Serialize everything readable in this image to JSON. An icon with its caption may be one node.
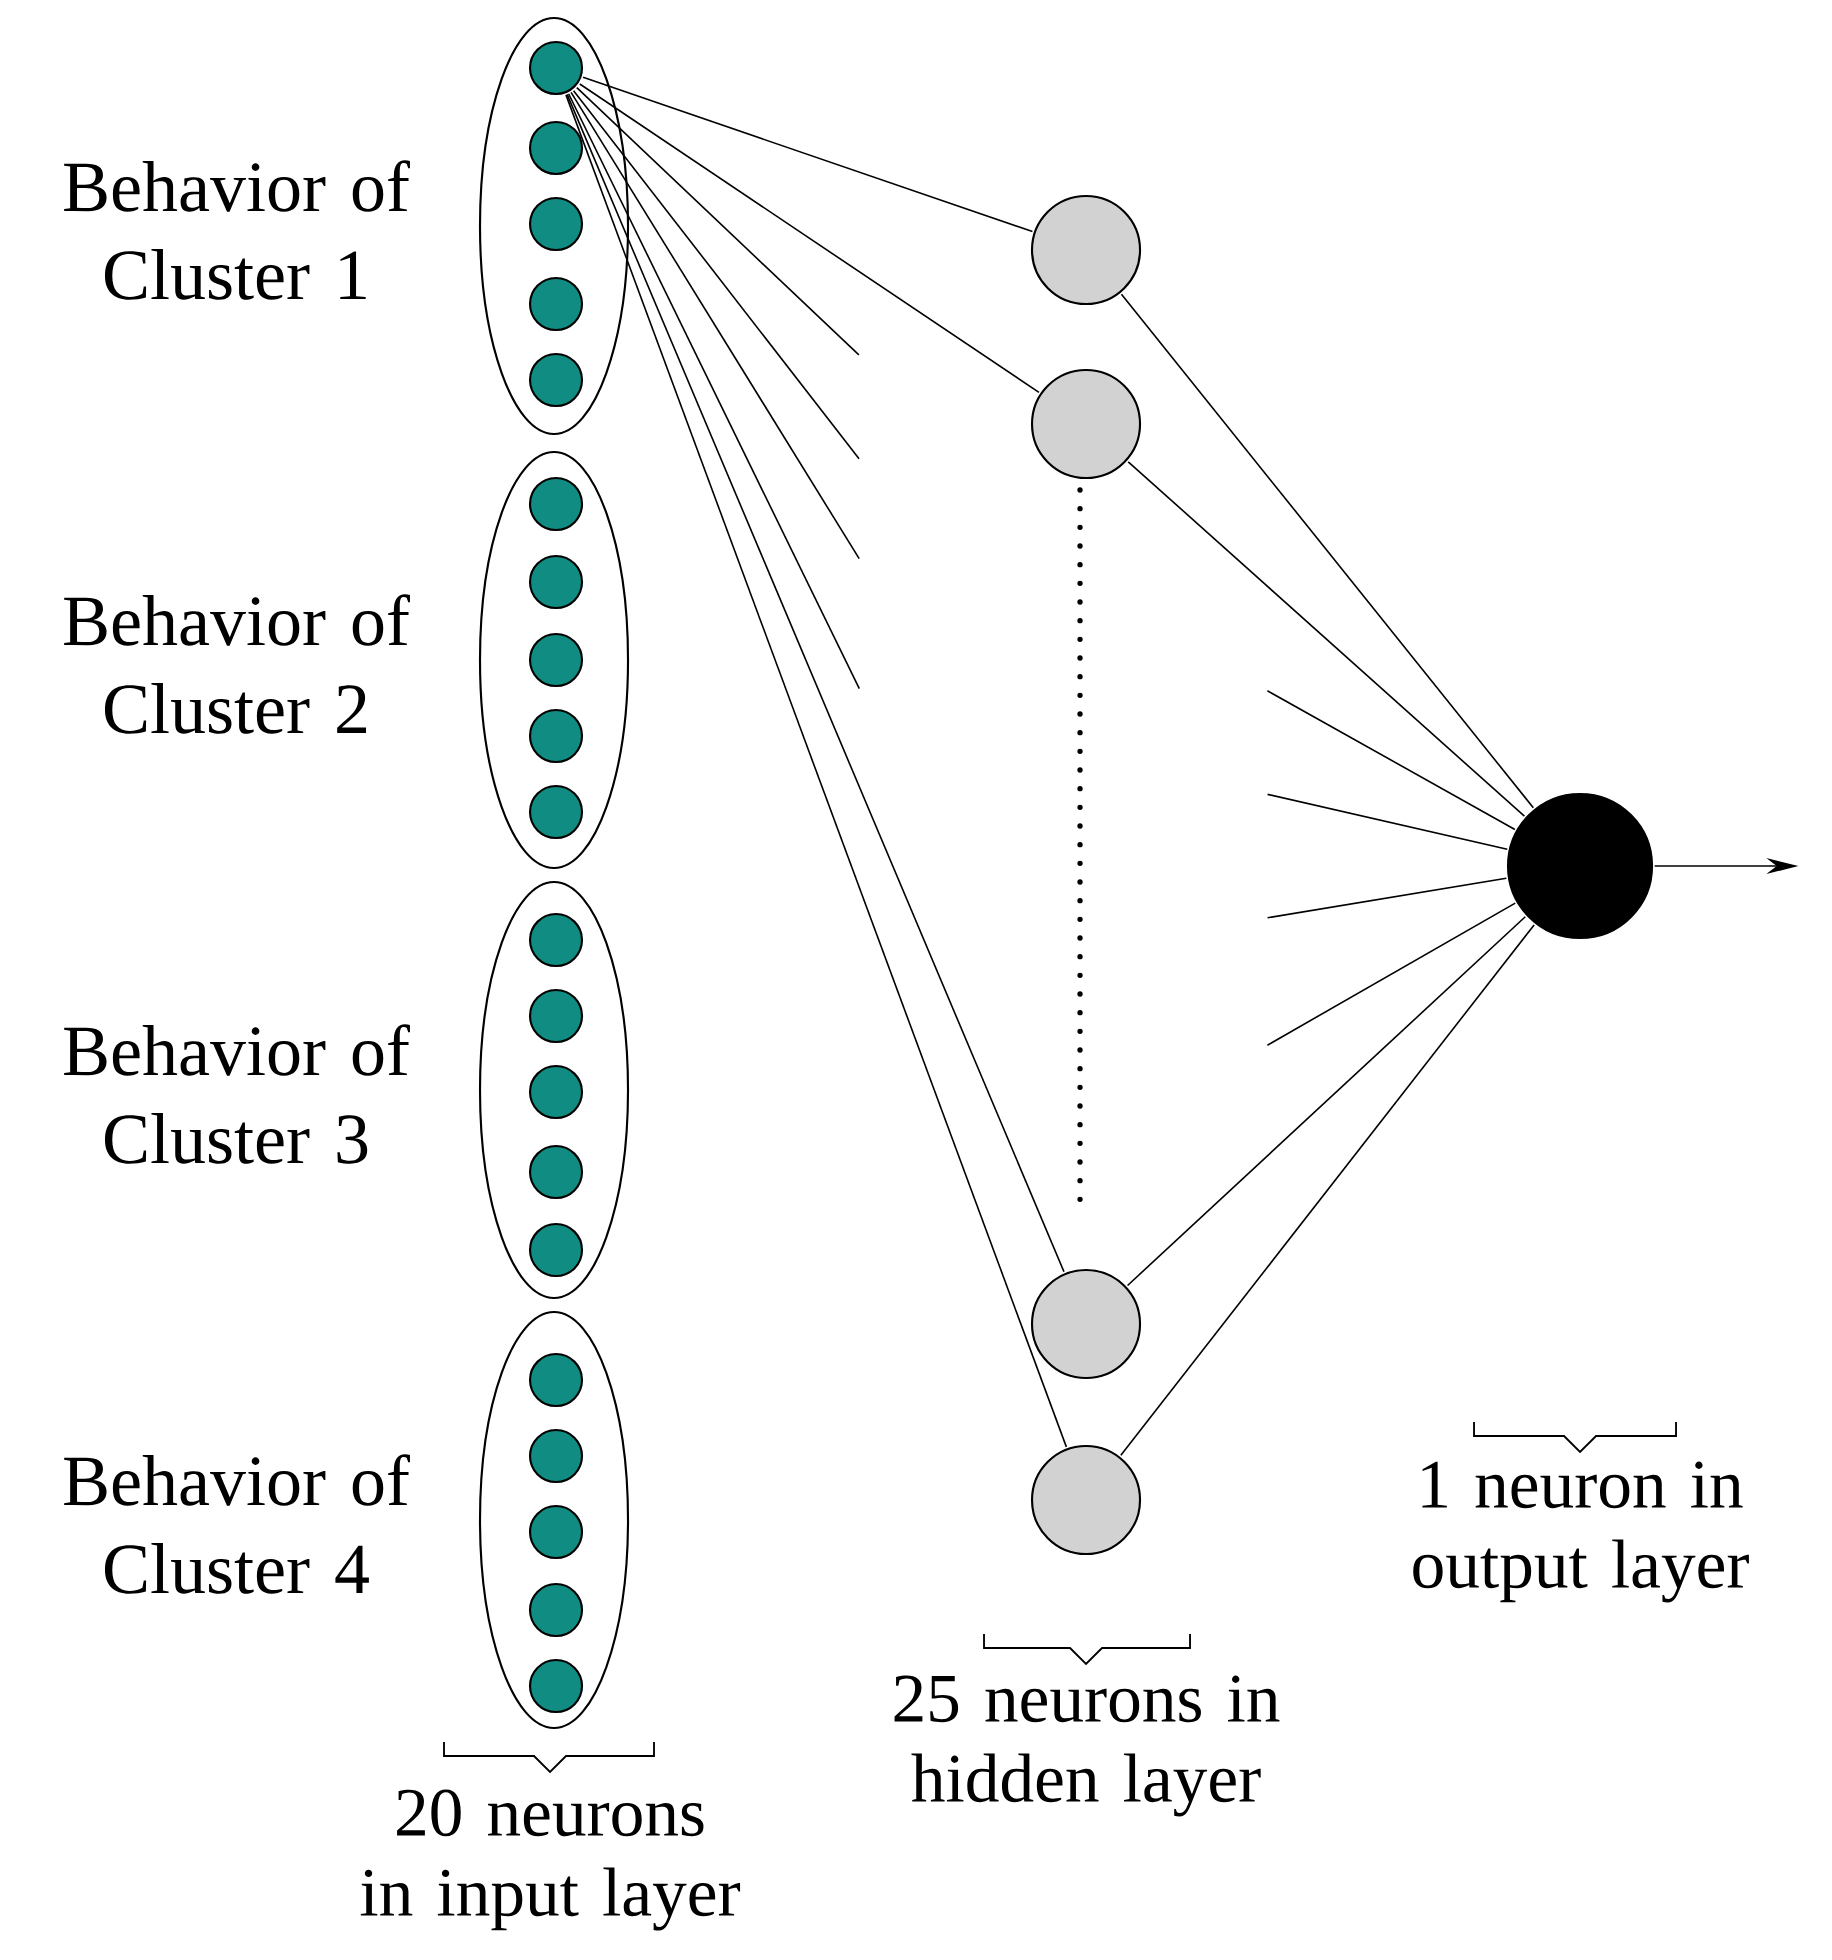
{
  "diagram": {
    "nodes": [
      {
        "text": [
          "Behavior of Cluster 1"
        ]
      },
      {
        "text": [
          "Behavior of Cluster 2"
        ]
      },
      {
        "text": [
          "Behavior of Cluster 3"
        ]
      },
      {
        "text": [
          "Behavior of Cluster 4"
        ]
      },
      {
        "text": [],
        "shape": "circle",
        "in": 0
      },
      {
        "text": [],
        "shape": "circle",
        "in": 0
      },
      {
        "text": [],
        "shape": "circle",
        "in": 0
      },
      {
        "text": [],
        "shape": "circle",
        "in": 0
      },
      {
        "text": [],
        "shape": "circle",
        "in": 0
      },
      {
        "text": [],
        "shape": "circle",
        "in": 1
      },
      {
        "text": [],
        "shape": "circle",
        "in": 1
      },
      {
        "text": [],
        "shape": "circle",
        "in": 1
      },
      {
        "text": [],
        "shape": "circle",
        "in": 1
      },
      {
        "text": [],
        "shape": "circle",
        "in": 1
      },
      {
        "text": [],
        "shape": "circle",
        "in": 2
      },
      {
        "text": [],
        "shape": "circle",
        "in": 2
      },
      {
        "text": [],
        "shape": "circle",
        "in": 2
      },
      {
        "text": [],
        "shape": "circle",
        "in": 2
      },
      {
        "text": [],
        "shape": "circle",
        "in": 2
      },
      {
        "text": [],
        "shape": "circle",
        "in": 3
      },
      {
        "text": [],
        "shape": "circle",
        "in": 3
      },
      {
        "text": [],
        "shape": "circle",
        "in": 3
      },
      {
        "text": [],
        "shape": "circle",
        "in": 3
      },
      {
        "text": [],
        "shape": "circle",
        "in": 3
      },
      {
        "text": [],
        "shape": "circle"
      },
      {
        "text": [],
        "shape": "circle"
      },
      {
        "text": [],
        "shape": "circle"
      },
      {
        "text": [],
        "shape": "circle"
      },
      {
        "text": [],
        "shape": "circle"
      }
    ],
    "edges": [
      {
        "from": 4,
        "to": 24,
        "arrow": "none"
      },
      {
        "from": 4,
        "to": 25,
        "arrow": "none"
      },
      {
        "from": 4,
        "to": null,
        "arrow": "none"
      },
      {
        "from": 4,
        "to": null,
        "arrow": "none"
      },
      {
        "from": 4,
        "to": null,
        "arrow": "none"
      },
      {
        "from": 4,
        "to": null,
        "arrow": "none"
      },
      {
        "from": 4,
        "to": 26,
        "arrow": "none"
      },
      {
        "from": 4,
        "to": 27,
        "arrow": "none"
      },
      {
        "from": 24,
        "to": 28,
        "arrow": "none"
      },
      {
        "from": 25,
        "to": 28,
        "arrow": "none"
      },
      {
        "from": 26,
        "to": 28,
        "arrow": "none"
      },
      {
        "from": 27,
        "to": 28,
        "arrow": "none"
      },
      {
        "from": null,
        "to": 28,
        "arrow": "none"
      },
      {
        "from": null,
        "to": 28,
        "arrow": "none"
      },
      {
        "from": null,
        "to": 28,
        "arrow": "none"
      },
      {
        "from": null,
        "to": 28,
        "arrow": "none"
      },
      {
        "from": 28,
        "to": null,
        "arrow": "to"
      }
    ],
    "labels": [
      "20 neurons in input layer",
      "25 neurons in hidden layer",
      "1 neuron in output layer"
    ]
  }
}
